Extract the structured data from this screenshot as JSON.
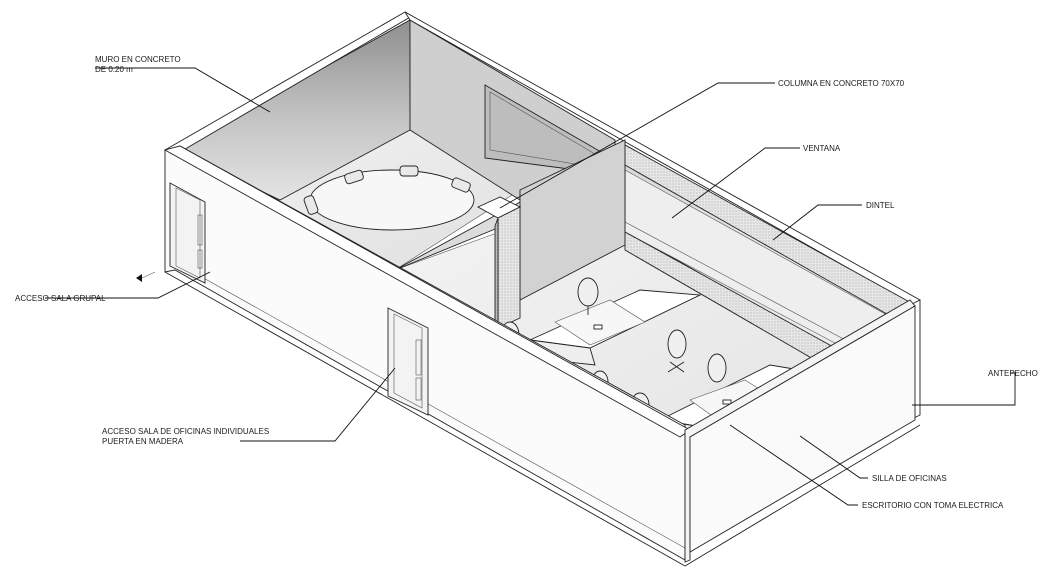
{
  "annotations": {
    "muro": [
      "MURO EN CONCRETO",
      "DE 0.20 m"
    ],
    "columna": "COLUMNA EN CONCRETO 70X70",
    "ventana": "VENTANA",
    "dintel": "DINTEL",
    "acceso_grupal": "ACCESO SALA GRUPAL",
    "antepecho": "ANTEPECHO",
    "acceso_oficinas": [
      "ACCESO SALA DE OFICINAS INDIVIDUALES",
      "PUERTA EN MADERA"
    ],
    "silla": "SILLA DE OFICINAS",
    "escritorio": "ESCRITORIO CON TOMA ELECTRICA"
  },
  "colors": {
    "line": "#222222",
    "wall_face": "#f6f6f6",
    "wall_shadow": "#c9c9c9",
    "floor": "#ececec",
    "hatch": "#b0b0b0"
  }
}
